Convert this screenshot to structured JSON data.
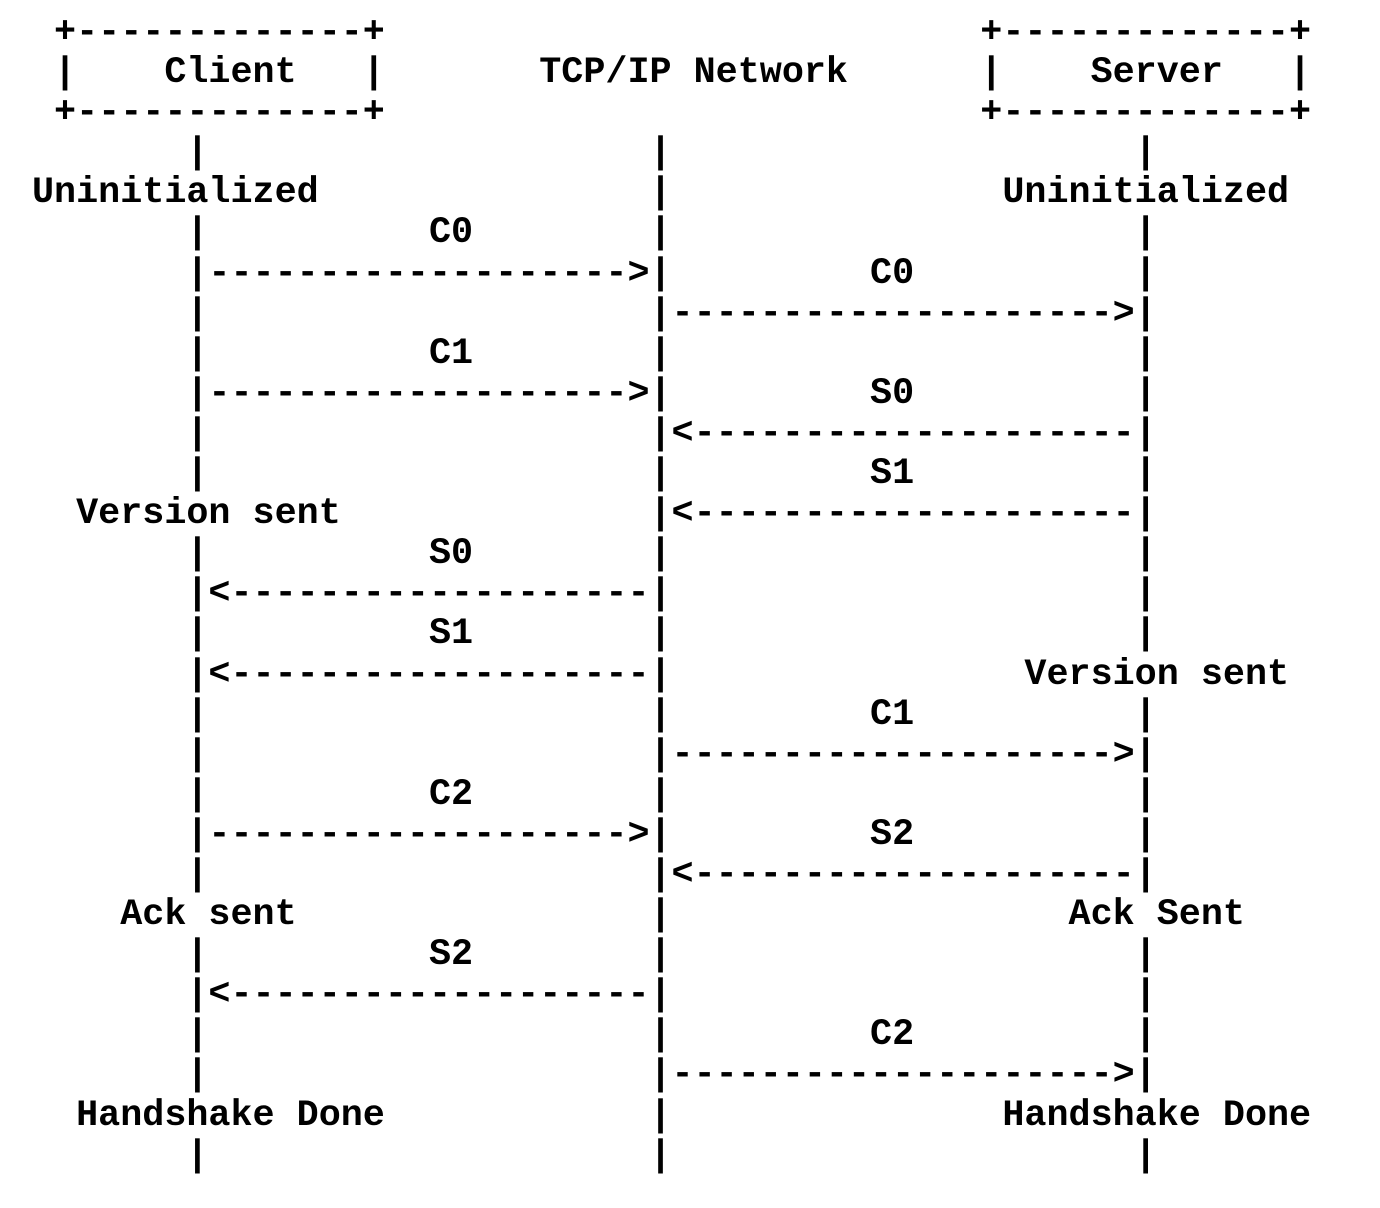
{
  "diagram": {
    "kind": "ascii-sequence-diagram",
    "actors": {
      "left": "Client",
      "middle": "TCP/IP Network",
      "right": "Server"
    },
    "client_states": [
      "Uninitialized",
      "Version sent",
      "Ack sent",
      "Handshake Done"
    ],
    "server_states": [
      "Uninitialized",
      "Version sent",
      "Ack Sent",
      "Handshake Done"
    ],
    "messages": [
      {
        "label": "C0",
        "from": "Client",
        "to": "TCP/IP Network"
      },
      {
        "label": "C0",
        "from": "TCP/IP Network",
        "to": "Server"
      },
      {
        "label": "C1",
        "from": "Client",
        "to": "TCP/IP Network"
      },
      {
        "label": "S0",
        "from": "Server",
        "to": "TCP/IP Network"
      },
      {
        "label": "S1",
        "from": "Server",
        "to": "TCP/IP Network"
      },
      {
        "label": "S0",
        "from": "TCP/IP Network",
        "to": "Client"
      },
      {
        "label": "S1",
        "from": "TCP/IP Network",
        "to": "Client"
      },
      {
        "label": "C1",
        "from": "TCP/IP Network",
        "to": "Server"
      },
      {
        "label": "C2",
        "from": "Client",
        "to": "TCP/IP Network"
      },
      {
        "label": "S2",
        "from": "Server",
        "to": "TCP/IP Network"
      },
      {
        "label": "S2",
        "from": "TCP/IP Network",
        "to": "Client"
      },
      {
        "label": "C2",
        "from": "TCP/IP Network",
        "to": "Server"
      }
    ],
    "colors": {
      "ink": "#000000",
      "background": "#ffffff"
    },
    "lines": [
      " +-------------+                           +-------------+",
      " |    Client   |       TCP/IP Network      |    Server   |",
      " +-------------+                           +-------------+",
      "       |                    |                     |",
      "Uninitialized               |               Uninitialized",
      "       |          C0        |                     |",
      "       |------------------->|         C0          |",
      "       |                    |-------------------->|",
      "       |          C1        |                     |",
      "       |------------------->|         S0          |",
      "       |                    |<--------------------|",
      "       |                    |         S1          |",
      "  Version sent              |<--------------------|",
      "       |          S0        |                     |",
      "       |<-------------------|                     |",
      "       |          S1        |                     |",
      "       |<-------------------|                Version sent",
      "       |                    |         C1          |",
      "       |                    |-------------------->|",
      "       |          C2        |                     |",
      "       |------------------->|         S2          |",
      "       |                    |<--------------------|",
      "    Ack sent                |                  Ack Sent",
      "       |          S2        |                     |",
      "       |<-------------------|                     |",
      "       |                    |         C2          |",
      "       |                    |-------------------->|",
      "  Handshake Done            |               Handshake Done",
      "       |                    |                     |"
    ]
  }
}
